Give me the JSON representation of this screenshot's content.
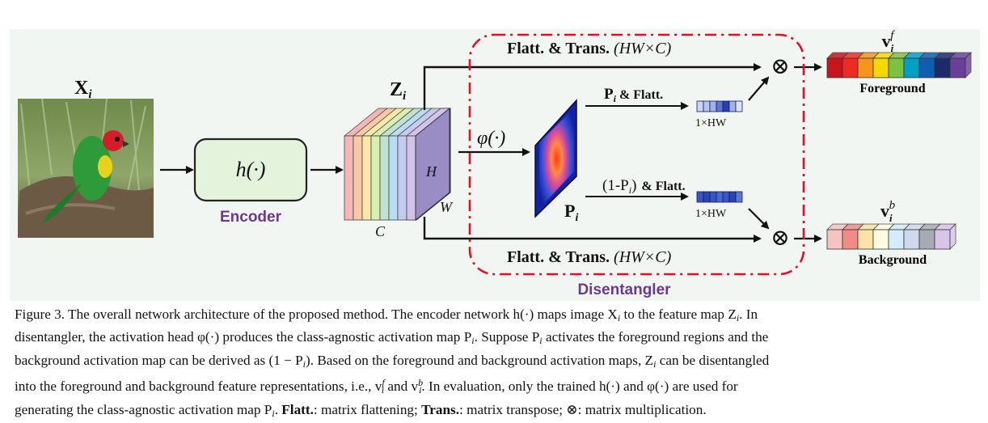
{
  "diagram": {
    "input_label": "X",
    "input_sub": "i",
    "encoder_box_label": "h(·)",
    "encoder_label": "Encoder",
    "z_label": "Z",
    "z_sub": "i",
    "dim_h": "H",
    "dim_w": "W",
    "dim_c": "C",
    "flatt_top": "Flatt. & Trans.",
    "flatt_top_dims": "(HW×C)",
    "flatt_bottom": "Flatt. & Trans.",
    "flatt_bottom_dims": "(HW×C)",
    "phi_label": "φ(·)",
    "p_label": "P",
    "p_sub": "i",
    "pflatt_p": "P",
    "pflatt_sub": "i",
    "pflatt_text": "& Flatt.",
    "npflatt_open": "(1-P",
    "npflatt_sub": "i",
    "npflatt_close": ")",
    "npflatt_text": "& Flatt.",
    "dim_fg": "1×HW",
    "dim_bg": "1×HW",
    "otimes": "⊗",
    "vf_label": "v",
    "vf_sub": "i",
    "vf_sup": "f",
    "vb_label": "v",
    "vb_sub": "i",
    "vb_sup": "b",
    "foreground_label": "Foreground",
    "background_label": "Background",
    "disentangler_label": "Disentangler",
    "colors": {
      "accent_purple": "#6b3a8f",
      "dash_red": "#e0102a",
      "encoder_fill": "#e3f3dc",
      "encoder_stroke": "#222222"
    },
    "fg_colors": [
      "#c8141c",
      "#ee2a24",
      "#f7941d",
      "#f5d800",
      "#7cc242",
      "#00a0c6",
      "#0f5fb0",
      "#1b2a6b",
      "#6a3f9a"
    ],
    "bg_colors": [
      "#f6c2c2",
      "#f08b86",
      "#fbe2a6",
      "#fffbe0",
      "#d4ecfb",
      "#cfd8ee",
      "#a6aab4",
      "#d7c4e6"
    ],
    "tensor_colors": [
      "#f7b6b6",
      "#f8c9a6",
      "#fbe8a8",
      "#d9efb0",
      "#bfe3cf",
      "#b9dcf2",
      "#c5cbee",
      "#d3c2ea"
    ]
  },
  "caption": [
    "Figure 3. The overall network architecture of the proposed method. The encoder network h(·) maps image X",
    "i",
    " to the feature map Z",
    "i",
    ". In",
    "disentangler, the activation head φ(·) produces the class-agnostic activation map P",
    "i",
    ". Suppose P",
    "i",
    " activates the foreground regions and the",
    "background activation map can be derived as (1 − P",
    "i",
    "). Based on the foreground and background activation maps, Z",
    "i",
    " can be disentangled",
    "into the foreground and background feature representations, i.e., v",
    "f",
    "i",
    " and v",
    "b",
    "i",
    ". In evaluation, only the trained h(·) and φ(·) are used for",
    "generating the class-agnostic activation map P",
    "i",
    ". ",
    "Flatt.",
    ": matrix flattening; ",
    "Trans.",
    ": matrix transpose; ⊗: matrix multiplication."
  ]
}
